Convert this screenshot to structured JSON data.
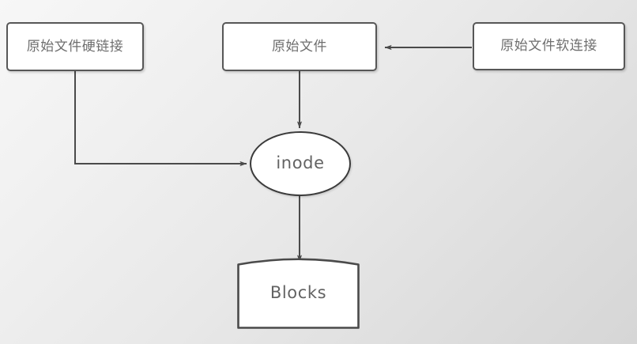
{
  "diagram": {
    "title": "inode and file links diagram",
    "background": {
      "gradient_from": "#f7f7f7",
      "gradient_to": "#d6d6d6"
    },
    "style": {
      "box_border_color": "#575757",
      "ellipse_border_color": "#3b3b3b",
      "node_fill": "#ffffff",
      "text_color": "#6e6e6e",
      "edge_color": "#4a4a4a"
    },
    "nodes": [
      {
        "id": "hardlink",
        "label": "原始文件硬链接",
        "shape": "rounded-rect"
      },
      {
        "id": "original",
        "label": "原始文件",
        "shape": "rounded-rect"
      },
      {
        "id": "softlink",
        "label": "原始文件软连接",
        "shape": "rounded-rect"
      },
      {
        "id": "inode",
        "label": "inode",
        "shape": "ellipse"
      },
      {
        "id": "blocks",
        "label": "Blocks",
        "shape": "document-arched-top"
      }
    ],
    "edges": [
      {
        "id": "softlink-to-original",
        "from": "softlink",
        "to": "original",
        "type": "straight-horizontal",
        "direction": "left",
        "arrow": true
      },
      {
        "id": "original-to-inode",
        "from": "original",
        "to": "inode",
        "type": "straight-vertical",
        "direction": "down",
        "arrow": true
      },
      {
        "id": "hardlink-to-inode",
        "from": "hardlink",
        "to": "inode",
        "type": "elbow-down-right",
        "direction": "right",
        "arrow": true
      },
      {
        "id": "inode-to-blocks",
        "from": "inode",
        "to": "blocks",
        "type": "straight-vertical",
        "direction": "down",
        "arrow": true
      }
    ]
  }
}
